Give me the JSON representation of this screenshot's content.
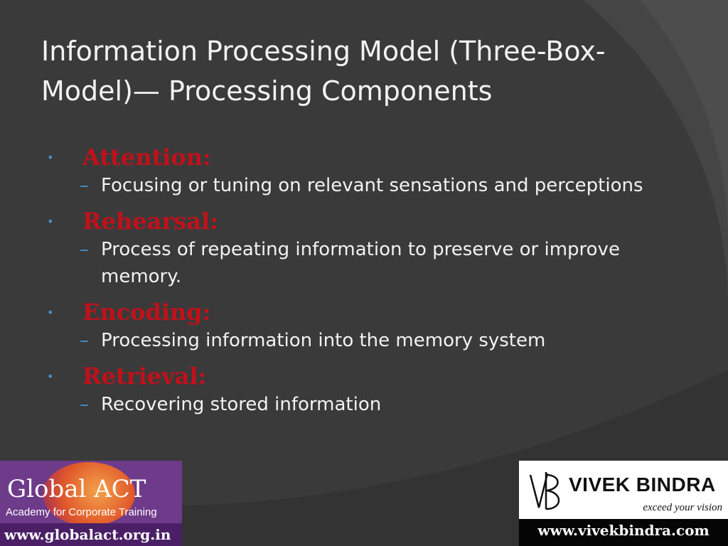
{
  "slide": {
    "title_line1": "Information Processing Model (Three-Box-",
    "title_line2": "Model)— Processing Components"
  },
  "items": [
    {
      "heading": "Attention:",
      "desc": "Focusing or tuning on relevant sensations and perceptions"
    },
    {
      "heading": "Rehearsal:",
      "desc": "Process of repeating information to preserve or improve memory."
    },
    {
      "heading": "Encoding:",
      "desc": "Processing information into the memory system"
    },
    {
      "heading": "Retrieval:",
      "desc": "Recovering stored information"
    }
  ],
  "symbols": {
    "bullet": "•",
    "dash": "–"
  },
  "logo_left": {
    "brand": "Global ACT",
    "tagline": "Academy  for Corporate Training",
    "site": "www.globalact.org.in"
  },
  "logo_right": {
    "name": "VIVEK BINDRA",
    "motto": "exceed your vision",
    "site": "www.vivekbindra.com"
  },
  "colors": {
    "background": "#3a3a3a",
    "title": "#f2f2f2",
    "heading": "#c0111a",
    "bullet": "#4a90c8"
  }
}
